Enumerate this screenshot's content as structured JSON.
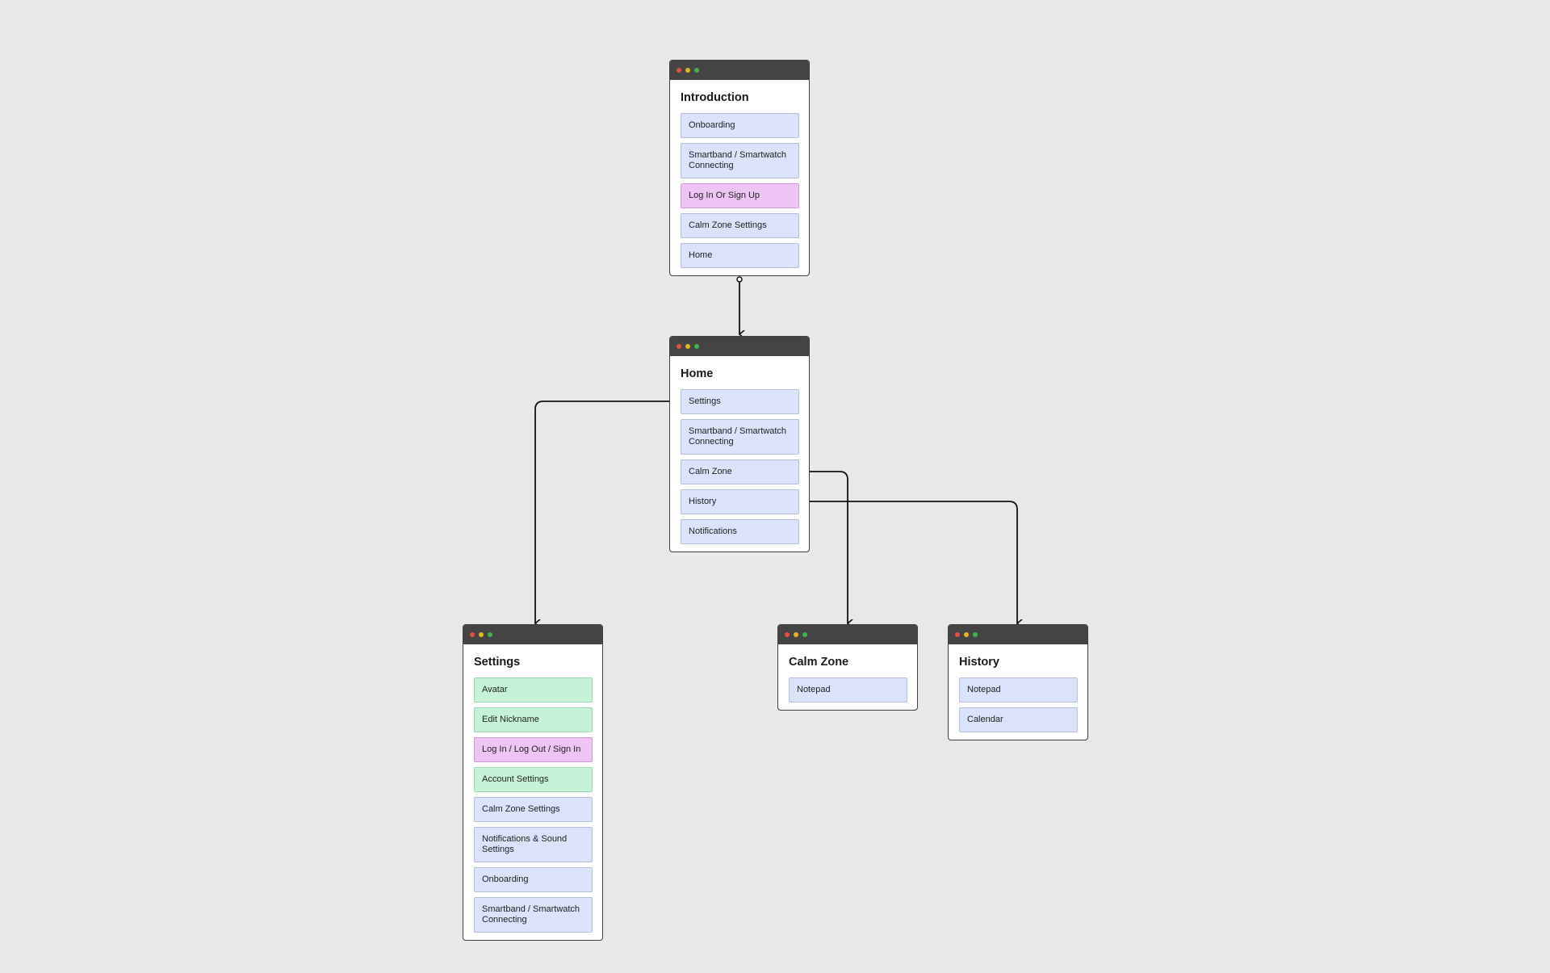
{
  "windows": {
    "introduction": {
      "title": "Introduction",
      "items": [
        {
          "label": "Onboarding",
          "color": "blue"
        },
        {
          "label": "Smartband / Smartwatch Connecting",
          "color": "blue"
        },
        {
          "label": "Log In Or Sign Up",
          "color": "pink"
        },
        {
          "label": "Calm Zone Settings",
          "color": "blue"
        },
        {
          "label": "Home",
          "color": "blue"
        }
      ]
    },
    "home": {
      "title": "Home",
      "items": [
        {
          "label": "Settings",
          "color": "blue"
        },
        {
          "label": "Smartband / Smartwatch Connecting",
          "color": "blue"
        },
        {
          "label": "Calm Zone",
          "color": "blue"
        },
        {
          "label": "History",
          "color": "blue"
        },
        {
          "label": "Notifications",
          "color": "blue"
        }
      ]
    },
    "settings": {
      "title": "Settings",
      "items": [
        {
          "label": "Avatar",
          "color": "green"
        },
        {
          "label": "Edit Nickname",
          "color": "green"
        },
        {
          "label": "Log In / Log Out / Sign In",
          "color": "pink"
        },
        {
          "label": "Account Settings",
          "color": "green"
        },
        {
          "label": "Calm Zone Settings",
          "color": "blue"
        },
        {
          "label": "Notifications & Sound Settings",
          "color": "blue"
        },
        {
          "label": "Onboarding",
          "color": "blue"
        },
        {
          "label": "Smartband / Smartwatch Connecting",
          "color": "blue"
        }
      ]
    },
    "calm_zone": {
      "title": "Calm Zone",
      "items": [
        {
          "label": "Notepad",
          "color": "blue"
        }
      ]
    },
    "history": {
      "title": "History",
      "items": [
        {
          "label": "Notepad",
          "color": "blue"
        },
        {
          "label": "Calendar",
          "color": "blue"
        }
      ]
    }
  },
  "connections": [
    {
      "from": "introduction",
      "to": "home"
    },
    {
      "from": "home.Settings",
      "to": "settings"
    },
    {
      "from": "home.Calm Zone",
      "to": "calm_zone"
    },
    {
      "from": "home.History",
      "to": "history"
    }
  ],
  "colors": {
    "background": "#e8e8e8",
    "titlebar": "#444444",
    "item_blue": "#dbe3fb",
    "item_pink": "#eec4f4",
    "item_green": "#c6f3d8",
    "connector": "#111111"
  }
}
